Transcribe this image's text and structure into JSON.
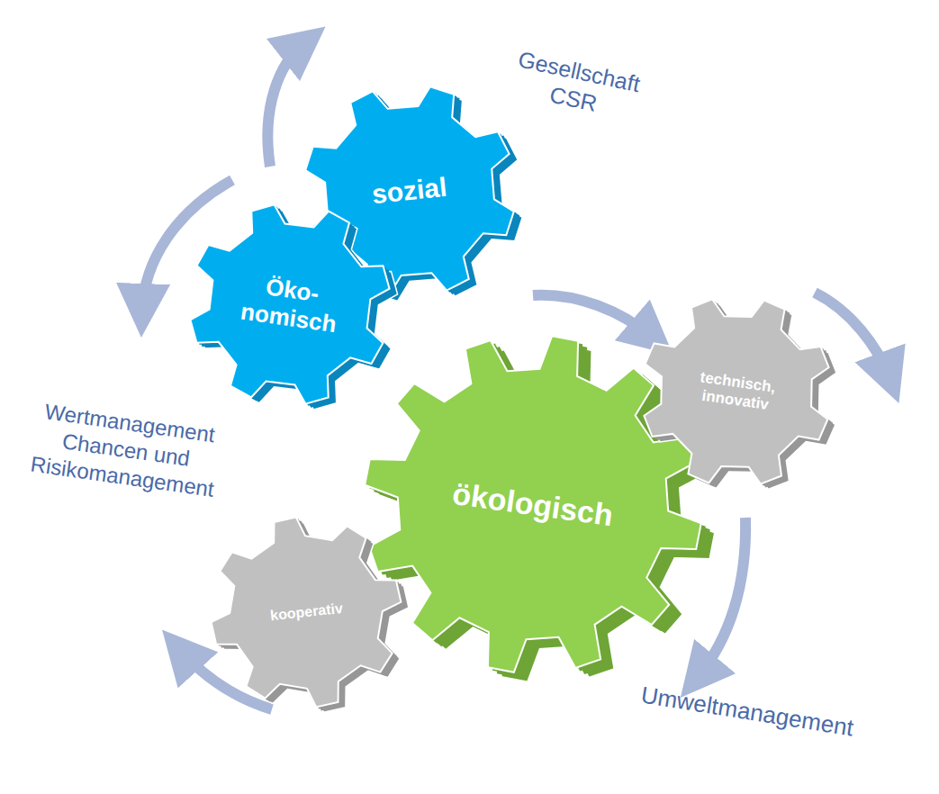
{
  "diagram": {
    "nodes": [
      {
        "text": [
          "sozial"
        ]
      },
      {
        "text": [
          "Öko- nomisch"
        ]
      },
      {
        "text": [
          "ökologisch"
        ]
      },
      {
        "text": [
          "technisch, innovativ"
        ]
      },
      {
        "text": [
          "kooperativ"
        ]
      }
    ],
    "labels": [
      "Gesellschaft CSR",
      "Wertmanagement Chancen und Risikomanagement",
      "Umweltmanagement"
    ]
  }
}
